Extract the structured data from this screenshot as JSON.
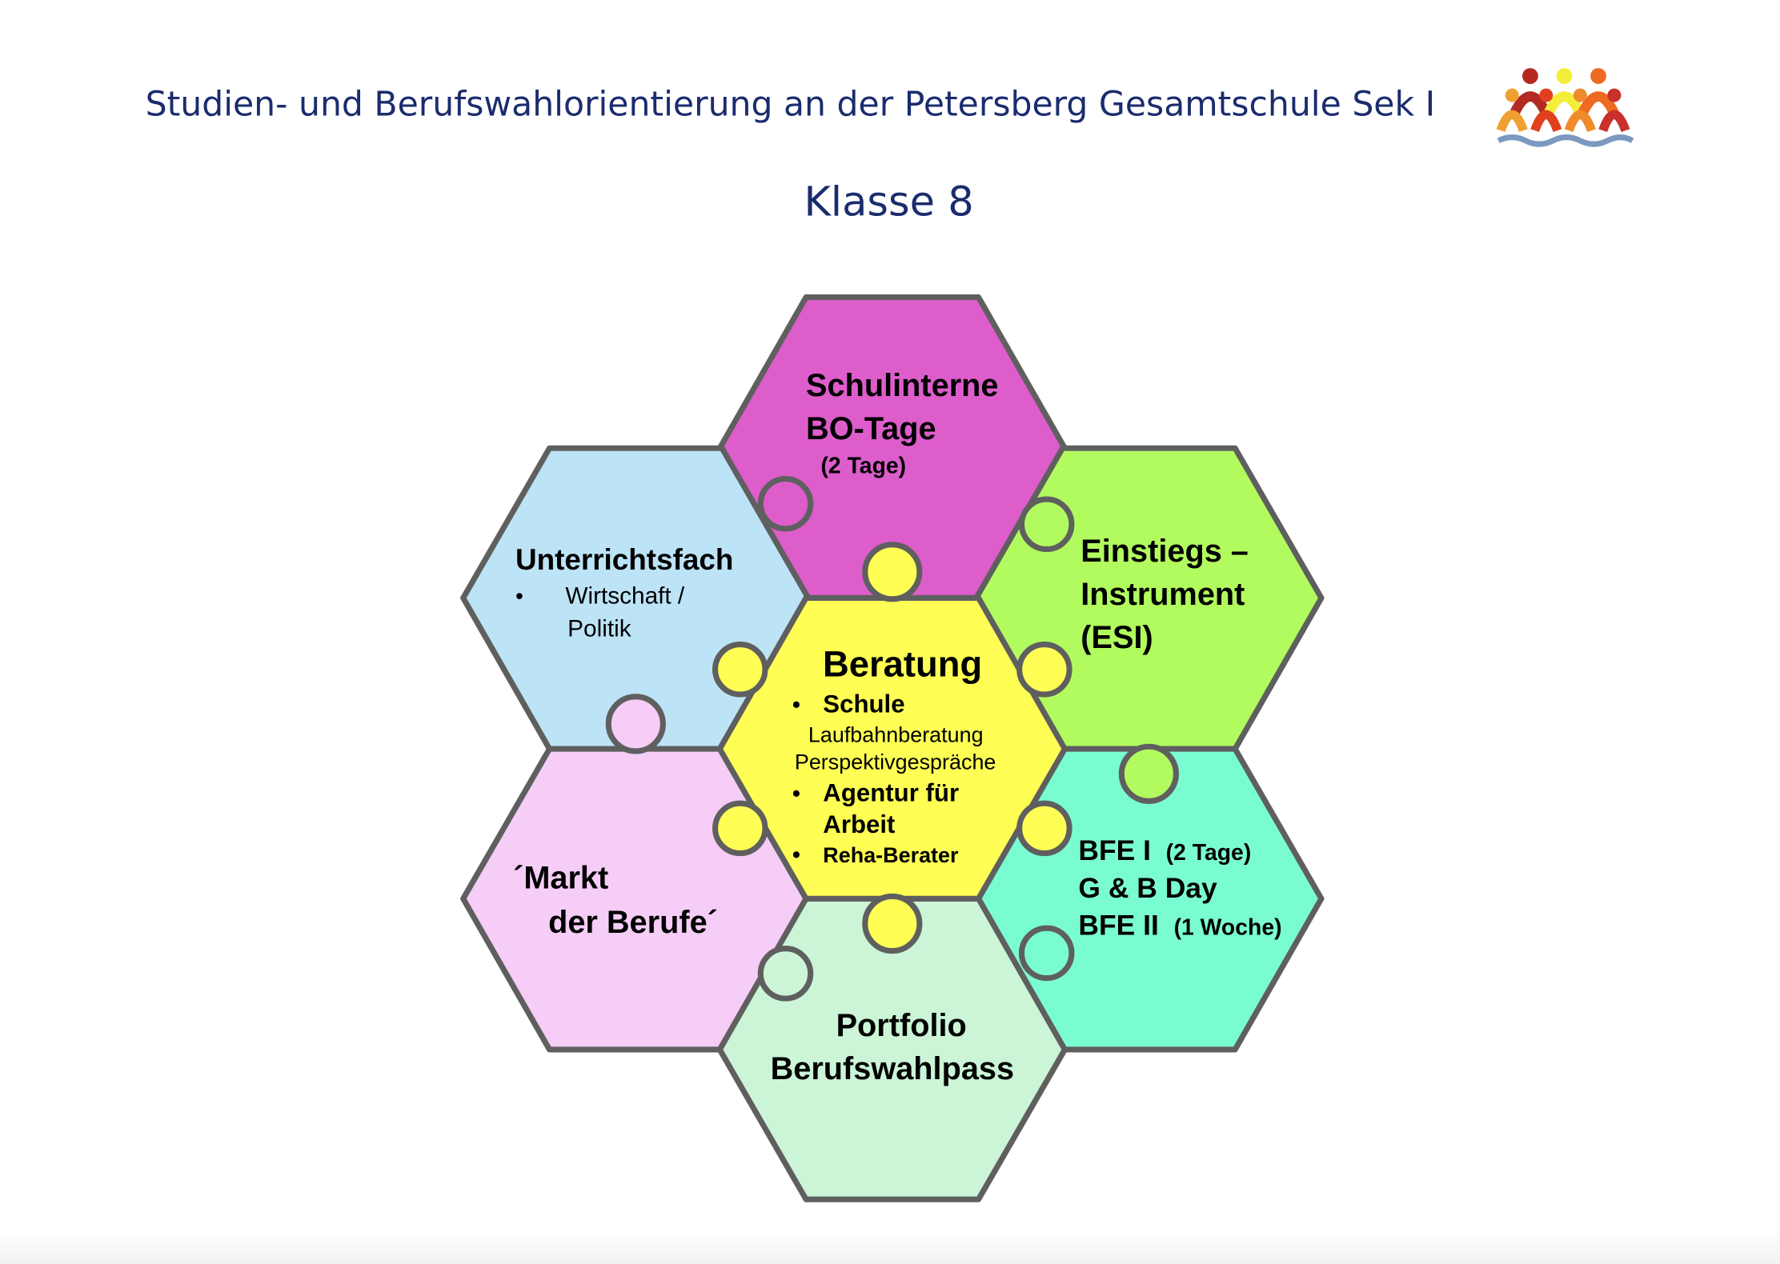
{
  "header": {
    "title": "Studien- und Berufswahlorientierung  an der Petersberg Gesamtschule Sek I",
    "subtitle": "Klasse 8"
  },
  "colors": {
    "title": "#1b2c6e",
    "center": "#fefe55",
    "top": "#dd5dcb",
    "upper_left": "#bde3f6",
    "upper_right": "#b2fb5e",
    "lower_left": "#f5cdf6",
    "lower_right": "#7afcd2",
    "bottom": "#cbf5d6"
  },
  "pieces": {
    "center": {
      "title": "Beratung",
      "bullet1": "Schule",
      "line1": "Laufbahnberatung",
      "line2": "Perspektivgespräche",
      "bullet2a": "Agentur für",
      "bullet2b": "Arbeit",
      "bullet3": "Reha-Berater"
    },
    "top": {
      "line1": "Schulinterne",
      "line2": "BO-Tage",
      "line3": "(2 Tage)"
    },
    "upper_left": {
      "title": "Unterrichtsfach",
      "bullet": "Wirtschaft /",
      "line2": "Politik"
    },
    "upper_right": {
      "line1": "Einstiegs  –",
      "line2": "Instrument",
      "line3": "(ESI)"
    },
    "lower_left": {
      "line1": "´Markt",
      "line2": "der Berufe´"
    },
    "lower_right": {
      "line1a": "BFE I",
      "line1b": "(2 Tage)",
      "line2": "G & B Day",
      "line3a": "BFE II",
      "line3b": "(1 Woche)"
    },
    "bottom": {
      "line1": "Portfolio",
      "line2": "Berufswahlpass"
    }
  },
  "bullet": "•"
}
